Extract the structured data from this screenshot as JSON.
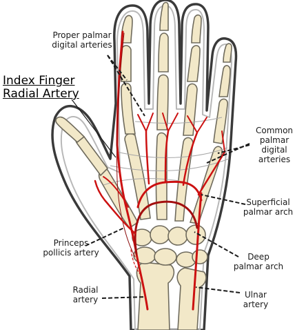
{
  "title": {
    "lines": [
      "Index Finger",
      "Radial Artery"
    ]
  },
  "labels": {
    "proper_palmar": [
      "Proper palmar",
      "digital arteries"
    ],
    "common_palmar": [
      "Common",
      "palmar",
      "digital",
      "arteries"
    ],
    "superficial": [
      "Superficial",
      "palmar arch"
    ],
    "princeps": [
      "Princeps",
      "pollicis artery"
    ],
    "deep": [
      "Deep",
      "palmar arch"
    ],
    "radial": [
      "Radial",
      "artery"
    ],
    "ulnar": [
      "Ulnar",
      "artery"
    ]
  },
  "colors": {
    "artery": "#cc1111",
    "deep_arch": "#a30f0f",
    "bone": "#f2e8c8",
    "bone_outline": "#6e6a5c",
    "skin_outline": "#3a3a3a",
    "skin_inner": "#b8b8b8",
    "leader": "#1a1a1a"
  }
}
